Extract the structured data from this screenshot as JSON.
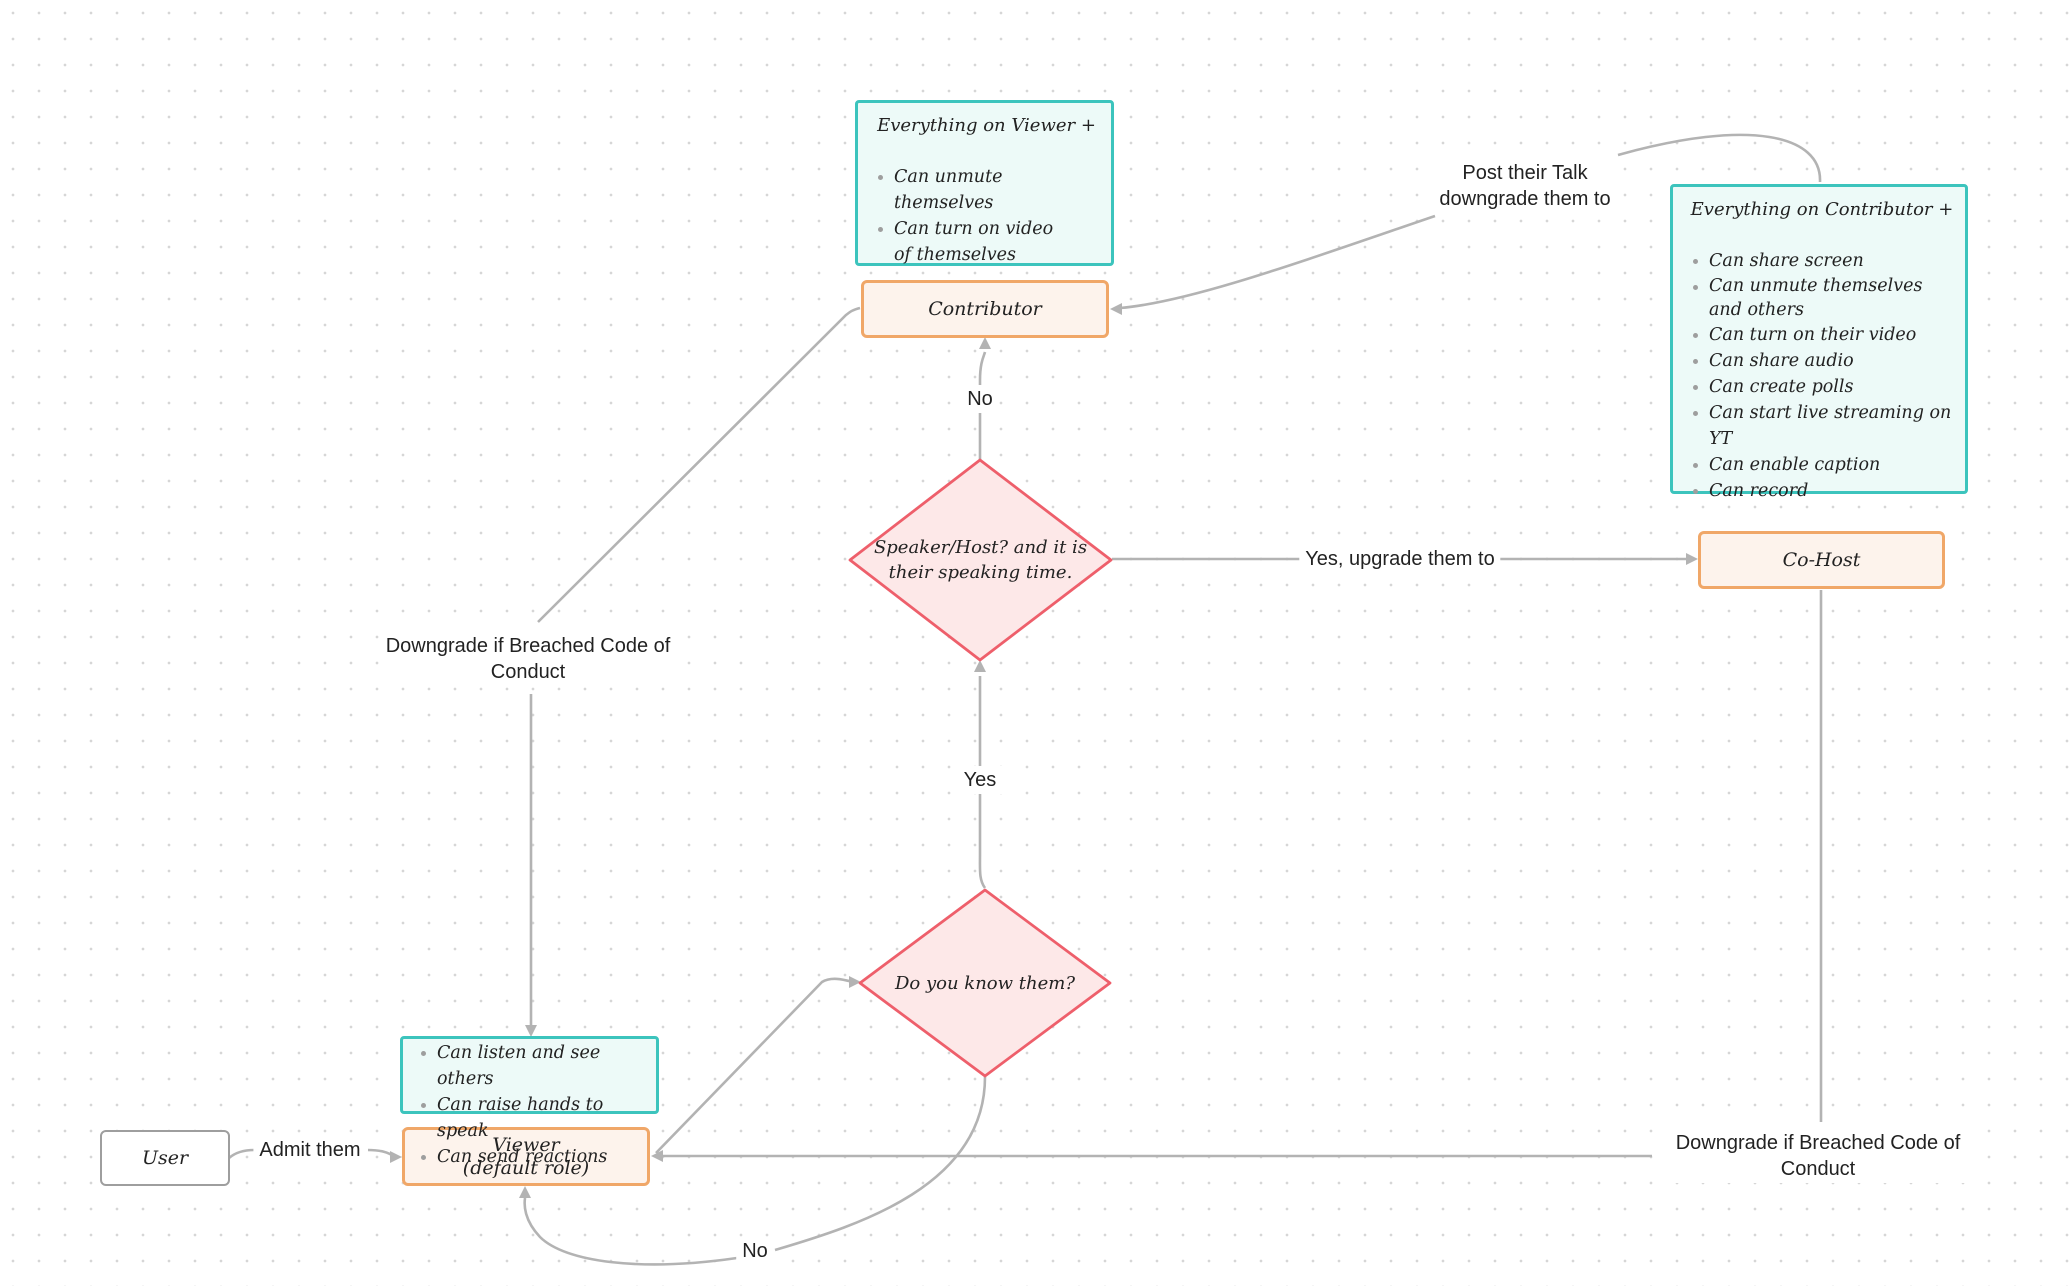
{
  "nodes": {
    "user": "User",
    "viewer_line1": "Viewer",
    "viewer_line2": "(default role)",
    "contributor": "Contributor",
    "cohost": "Co-Host"
  },
  "decisions": {
    "know_them": "Do you know them?",
    "speaker_host": "Speaker/Host? and it is their speaking time."
  },
  "info_boxes": {
    "viewer": {
      "items": [
        "Can listen and see others",
        "Can raise hands to speak",
        "Can send reactions"
      ]
    },
    "contributor": {
      "title": "Everything on Viewer +",
      "items": [
        "Can unmute themselves",
        "Can turn on video of themselves"
      ]
    },
    "cohost": {
      "title": "Everything on Contributor +",
      "items": [
        "Can share screen",
        "Can unmute themselves and others",
        "Can turn on their video",
        "Can share audio",
        "Can create polls",
        "Can start live streaming on YT",
        "Can enable caption",
        "Can record"
      ]
    }
  },
  "edge_labels": {
    "admit": "Admit them",
    "no_bottom": "No",
    "yes": "Yes",
    "no_top": "No",
    "upgrade": "Yes, upgrade them to",
    "post_talk_line1": "Post their Talk",
    "post_talk_line2": "downgrade them to",
    "downgrade_left_line1": "Downgrade if Breached Code of",
    "downgrade_left_line2": "Conduct",
    "downgrade_right_line1": "Downgrade if Breached Code of",
    "downgrade_right_line2": "Conduct"
  },
  "colors": {
    "role_fill": "#fdf3ec",
    "role_border": "#f0a768",
    "info_fill": "#edfaf8",
    "info_border": "#3cc4bd",
    "decision_fill": "#fde8e8",
    "decision_border": "#ee5f6b",
    "connector": "#b3b3b3"
  }
}
